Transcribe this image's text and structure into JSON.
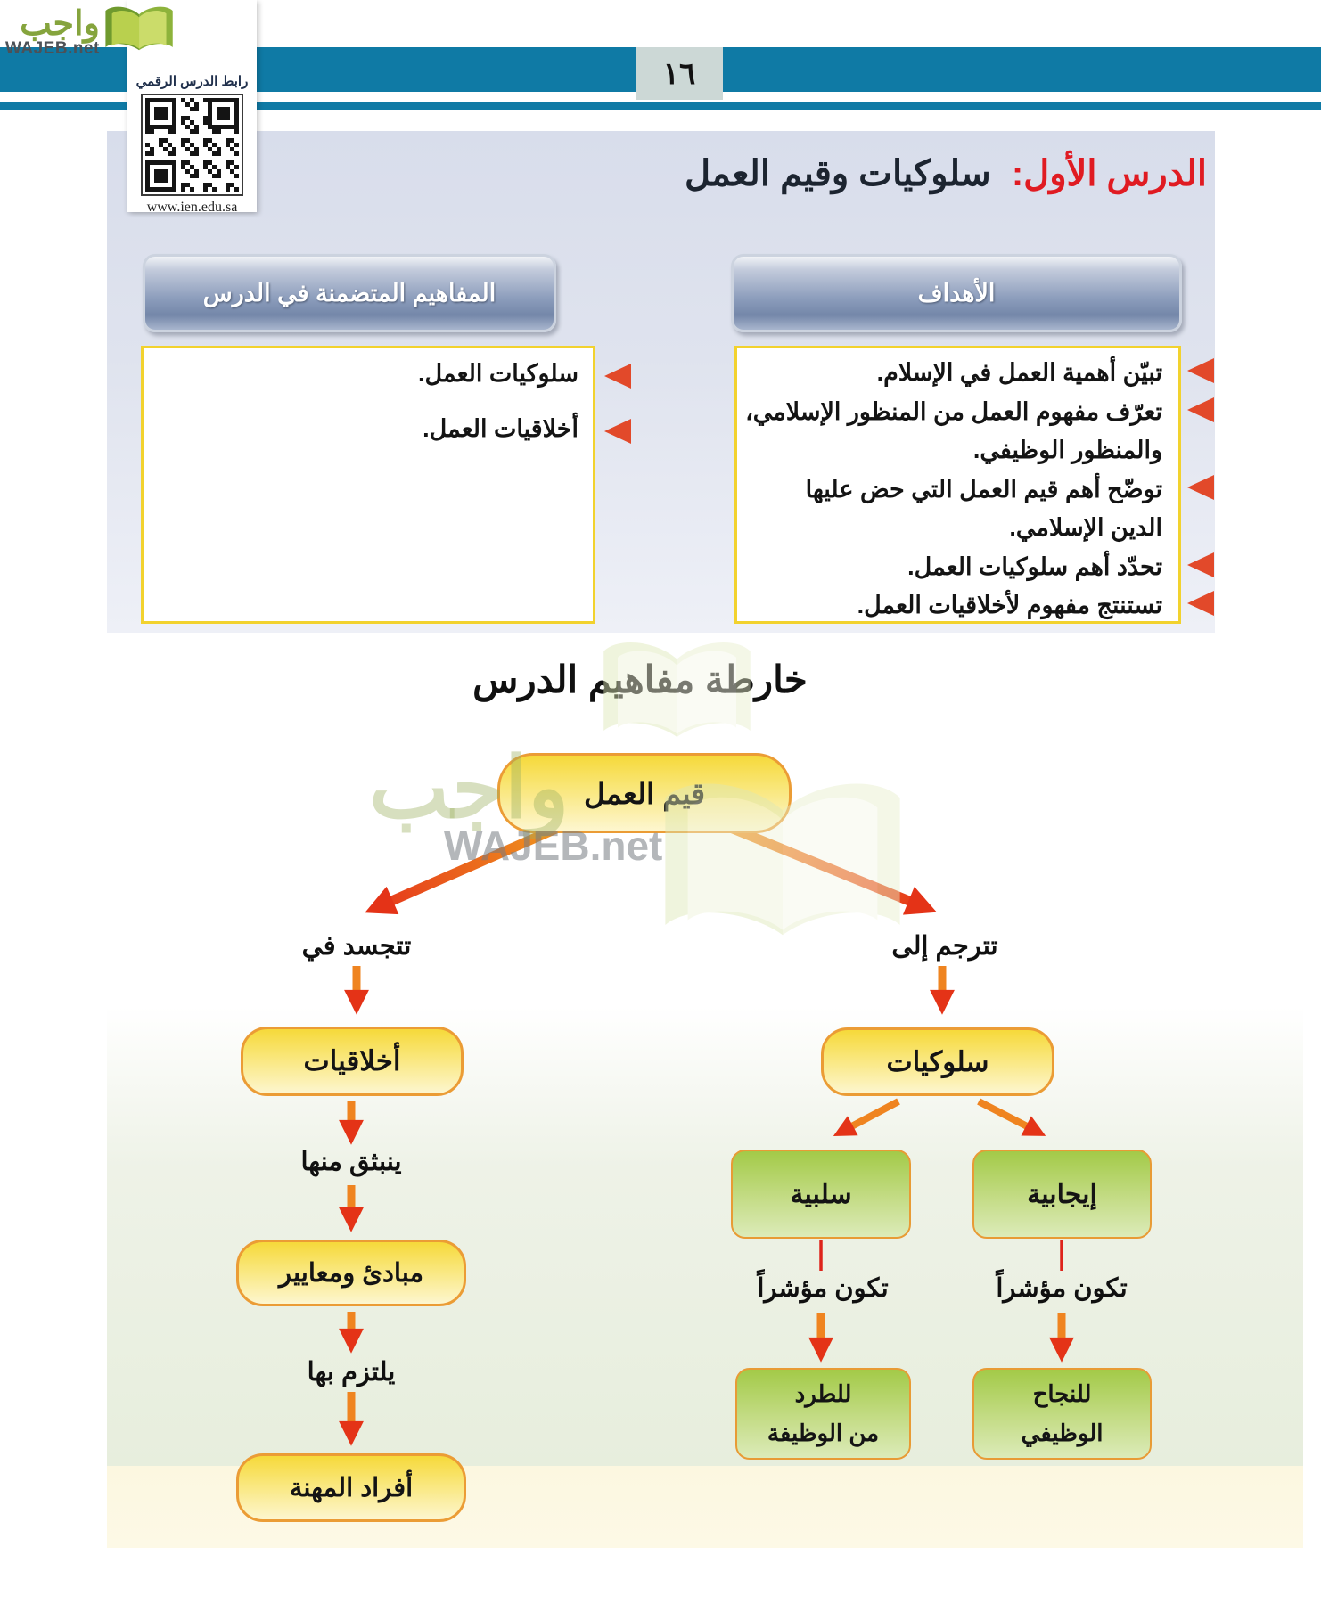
{
  "colors": {
    "header_teal": "#0f7aa5",
    "panel_lavender": "#dfe3ee",
    "tab_steel_blue": "#8b9cbb",
    "box_border_yellow": "#f2d22e",
    "bullet_red": "#e2492a",
    "title_red": "#e01b22",
    "node_yellow": "#f6d93a",
    "node_border_orange": "#eb9c35",
    "node_green": "#a3ca48",
    "arrow_orange": "#ef8420",
    "arrow_red": "#e43317",
    "cream_band": "#fcf7e0",
    "logo_green": "#85a43d"
  },
  "header": {
    "page_number": "١٦"
  },
  "logo": {
    "arabic": "واجب",
    "latin": "WAJEB.net"
  },
  "qr_card": {
    "label": "رابط الدرس الرقمي",
    "url": "www.ien.edu.sa"
  },
  "lesson": {
    "prefix": "الدرس الأول:",
    "title": "سلوكيات وقيم العمل"
  },
  "objectives_panel": {
    "tab": "الأهداف",
    "lines": [
      {
        "text": "تبيّن أهمية العمل في الإسلام.",
        "bullet": true
      },
      {
        "text": "تعرّف مفهوم العمل من المنظور الإسلامي،",
        "bullet": true
      },
      {
        "text": "والمنظور الوظيفي.",
        "bullet": false
      },
      {
        "text": "توضّح أهم قيم العمل التي حض عليها",
        "bullet": true
      },
      {
        "text": "الدين الإسلامي.",
        "bullet": false
      },
      {
        "text": "تحدّد أهم سلوكيات العمل.",
        "bullet": true
      },
      {
        "text": "تستنتج مفهوم لأخلاقيات العمل.",
        "bullet": true
      }
    ]
  },
  "concepts_panel": {
    "tab": "المفاهيم المتضمنة في الدرس",
    "lines": [
      {
        "text": "سلوكيات العمل.",
        "bullet": true
      },
      {
        "text": "أخلاقيات العمل.",
        "bullet": true
      }
    ]
  },
  "concept_map": {
    "title": "خارطة مفاهيم الدرس",
    "root": "قيم العمل",
    "left_branch": {
      "edge_label": "تتجسد في",
      "node": "أخلاقيات",
      "edge_label_2": "ينبثق منها",
      "node_2": "مبادئ ومعايير",
      "edge_label_3": "يلتزم بها",
      "node_3": "أفراد المهنة"
    },
    "right_branch": {
      "edge_label": "تترجم إلى",
      "node": "سلوكيات",
      "negative": "سلبية",
      "positive": "إيجابية",
      "indicator_negative": "تكون مؤشراً",
      "indicator_positive": "تكون مؤشراً",
      "outcome_negative_line1": "للطرد",
      "outcome_negative_line2": "من الوظيفة",
      "outcome_positive_line1": "للنجاح",
      "outcome_positive_line2": "الوظيفي"
    }
  },
  "watermark": {
    "arabic": "واجب",
    "latin": "WAJEB.net"
  }
}
